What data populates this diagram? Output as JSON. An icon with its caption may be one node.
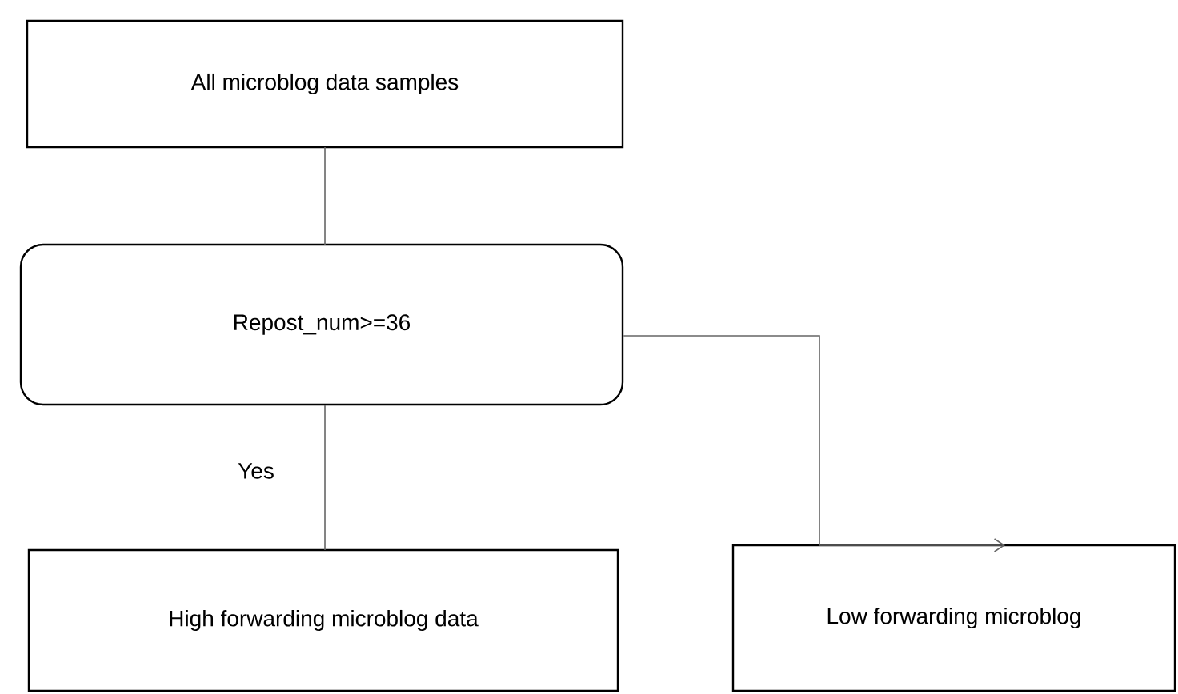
{
  "diagram": {
    "nodes": [
      {
        "text": [
          "All microblog data samples"
        ]
      },
      {
        "text": [
          "Repost_num>=36"
        ]
      },
      {
        "text": [
          "High forwarding microblog data"
        ]
      },
      {
        "text": [
          "Low forwarding microblog"
        ]
      }
    ],
    "edges": [
      {
        "from": 0,
        "to": 1,
        "arrow": "none"
      },
      {
        "from": 1,
        "to": 2,
        "arrow": "none",
        "label": "Yes"
      },
      {
        "from": 1,
        "to": 3,
        "arrow": "to"
      }
    ]
  }
}
